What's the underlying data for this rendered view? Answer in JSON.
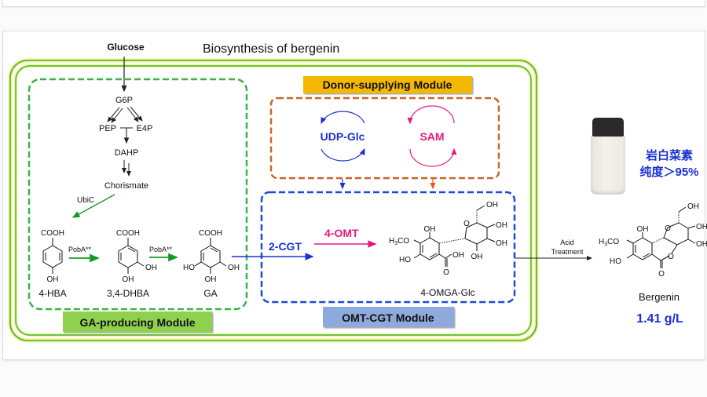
{
  "title": "Biosynthesis of bergenin",
  "pathway": {
    "glucose": "Glucose",
    "g6p": "G6P",
    "pep": "PEP",
    "e4p": "E4P",
    "dahp": "DAHP",
    "chorismate": "Chorismate",
    "ubic": "UbiC"
  },
  "ga_module": {
    "label": "GA-producing Module",
    "enzyme1": "PobA**",
    "enzyme2": "PobA**",
    "compounds": [
      {
        "name": "4-HBA",
        "top": "COOH",
        "groups": [
          "OH"
        ]
      },
      {
        "name": "3,4-DHBA",
        "top": "COOH",
        "groups": [
          "OH",
          "OH"
        ]
      },
      {
        "name": "GA",
        "top": "COOH",
        "groups": [
          "HO",
          "OH",
          "OH"
        ]
      }
    ]
  },
  "donor_module": {
    "label": "Donor-supplying Module",
    "donor1": "UDP-Glc",
    "donor2": "SAM"
  },
  "omt_cgt_module": {
    "label": "OMT-CGT Module",
    "enzyme_cgt": "2-CGT",
    "enzyme_omt": "4-OMT",
    "product": "4-OMGA-Glc",
    "groups": {
      "methoxy": "H3CO",
      "oh": "OH",
      "ho": "HO",
      "o": "O",
      "ch2oh": "OH"
    }
  },
  "conversion": {
    "line1": "Acid",
    "line2": "Treatment"
  },
  "final_product": {
    "name": "Bergenin",
    "titer": "1.41 g/L",
    "purity_line1": "岩白菜素",
    "purity_line2": "纯度＞95%"
  },
  "colors": {
    "outer_green": "#3cb43c",
    "outer_yellow": "#f6f08a",
    "ga_dash": "#3ab54a",
    "ga_label_bg": "#8fd14f",
    "donor_dash": "#c8662a",
    "donor_label_bg": "#f5b800",
    "omt_dash": "#1f49d8",
    "omt_label_bg": "#8ea9db",
    "blue_text": "#1a2fd6",
    "pink_text": "#e6197a",
    "enzyme_arrow_green": "#149b23"
  }
}
